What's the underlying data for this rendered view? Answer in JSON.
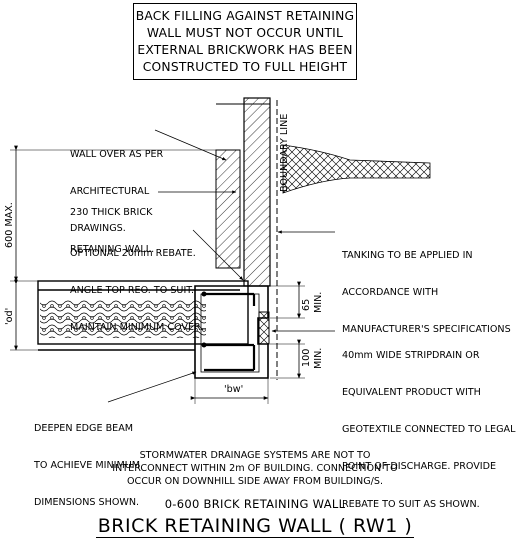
{
  "note_box": {
    "lines": [
      "BACK FILLING AGAINST RETAINING",
      "WALL MUST NOT OCCUR UNTIL",
      "EXTERNAL BRICKWORK HAS BEEN",
      "CONSTRUCTED TO FULL HEIGHT"
    ]
  },
  "labels": {
    "wall_over": [
      "WALL OVER AS PER",
      "ARCHITECTURAL",
      "DRAWINGS."
    ],
    "brick_wall": [
      "230 THICK BRICK",
      "RETAINING WALL."
    ],
    "rebate": [
      "OPTIONAL 20mm REBATE.",
      "ANGLE TOP REO. TO SUIT.",
      "MAINTAIN MINIMUM COVER."
    ],
    "tanking": [
      "TANKING TO BE APPLIED IN",
      "ACCORDANCE WITH",
      "MANUFACTURER'S SPECIFICATIONS"
    ],
    "stripdrain": [
      "40mm WIDE STRIPDRAIN OR",
      "EQUIVALENT PRODUCT WITH",
      "GEOTEXTILE CONNECTED TO LEGAL",
      "POINT OF DISCHARGE. PROVIDE",
      "REBATE TO SUIT AS SHOWN."
    ],
    "edge_beam": [
      "DEEPEN EDGE BEAM",
      "TO ACHIEVE MINIMUM",
      "DIMENSIONS SHOWN."
    ]
  },
  "dimensions": {
    "height_max": "600 MAX.",
    "depth": "'od'",
    "width": "'bw'",
    "top_min": "65",
    "top_min_suffix": "MIN.",
    "bottom_min": "100",
    "bottom_min_suffix": "MIN."
  },
  "boundary_line": "BOUNDARY LINE",
  "stormwater_note": [
    "STORMWATER DRAINAGE SYSTEMS ARE NOT TO",
    "INTERCONNECT WITHIN 2m OF BUILDING. CONNECTION TO",
    "OCCUR ON DOWNHILL SIDE AWAY FROM BUILDING/S."
  ],
  "subtitle": "0-600 BRICK RETAINING WALL",
  "title": "BRICK RETAINING WALL ( RW1 )"
}
